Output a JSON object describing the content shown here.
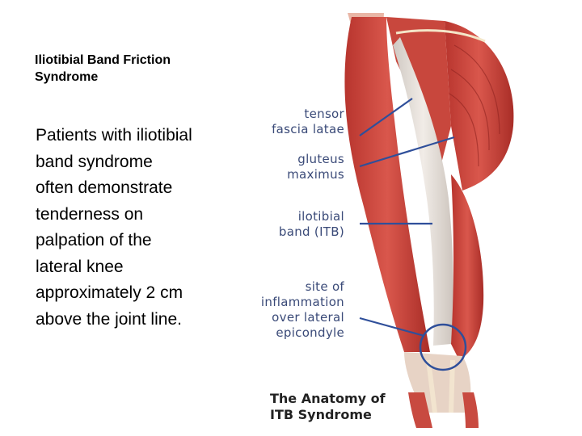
{
  "slide": {
    "title_lines": [
      "Iliotibial Band Friction",
      "Syndrome"
    ],
    "body_lines": [
      "Patients with iliotibial",
      "band syndrome",
      "often demonstrate",
      "tenderness on",
      "palpation of the",
      "lateral knee",
      "approximately 2 cm",
      "above the joint line."
    ]
  },
  "figure": {
    "labels": [
      {
        "lines": [
          "tensor",
          "fascia latae"
        ]
      },
      {
        "lines": [
          "gluteus",
          "maximus"
        ]
      },
      {
        "lines": [
          "ilotibial",
          "band (ITB)"
        ]
      },
      {
        "lines": [
          "site of",
          "inflammation",
          "over lateral",
          "epicondyle"
        ]
      }
    ],
    "caption_lines": [
      "The Anatomy of",
      "ITB Syndrome"
    ],
    "colors": {
      "muscle": "#c9423a",
      "muscle_dark": "#9c2a25",
      "itb": "#e2dcd6",
      "pointer": "#2f4f9a",
      "label_text": "#3a4a78"
    }
  }
}
